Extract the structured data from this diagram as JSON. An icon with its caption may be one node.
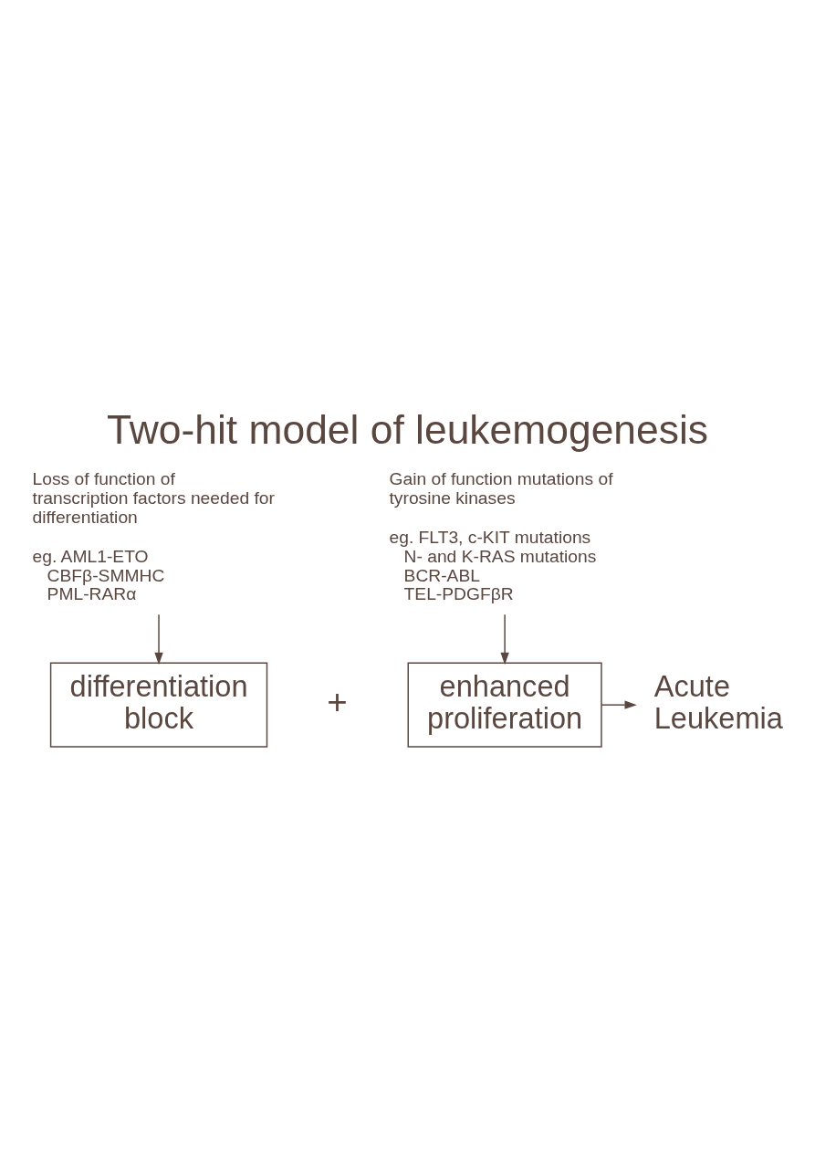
{
  "diagram": {
    "title": "Two-hit model of leukemogenesis",
    "nodes": [
      {
        "text": [
          "Loss of function of transcription factors needed for differentiation",
          "eg. AML1-ETO",
          "CBFβ-SMMHC",
          "PML-RARα"
        ]
      },
      {
        "text": [
          "Gain of function mutations of tyrosine kinases",
          "eg. FLT3, c-KIT mutations",
          "N- and K-RAS mutations",
          "BCR-ABL",
          "TEL-PDGFβR"
        ]
      },
      {
        "text": [
          "differentiation block"
        ]
      },
      {
        "text": [
          "enhanced proliferation"
        ]
      },
      {
        "text": [
          "Acute Leukemia"
        ]
      }
    ],
    "edges": [
      {
        "from": 0,
        "to": 2,
        "arrow": "to"
      },
      {
        "from": 1,
        "to": 3,
        "arrow": "to"
      },
      {
        "from": 3,
        "to": 4,
        "arrow": "to"
      }
    ],
    "labels": [
      "+"
    ]
  }
}
